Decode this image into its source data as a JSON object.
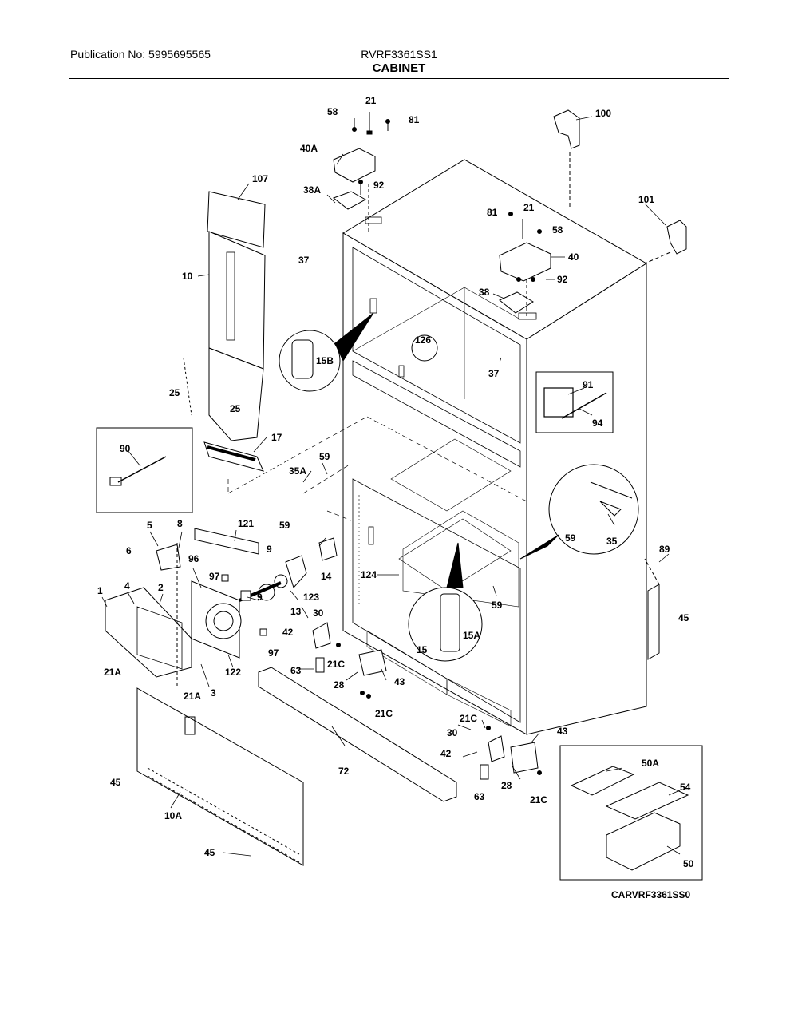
{
  "header": {
    "publication": "Publication No: 5995695565",
    "model": "RVRF3361SS1",
    "section": "CABINET"
  },
  "figure_code": "CARVRF3361SS0",
  "callouts": {
    "c21_top": "21",
    "c58_top": "58",
    "c81_top": "81",
    "c40A": "40A",
    "c92_top": "92",
    "c38A": "38A",
    "c100": "100",
    "c107": "107",
    "c101": "101",
    "c81_r": "81",
    "c21_r": "21",
    "c58_r": "58",
    "c37_l": "37",
    "c40": "40",
    "c10": "10",
    "c92_r": "92",
    "c38": "38",
    "c15B": "15B",
    "c126": "126",
    "c37_r": "37",
    "c91": "91",
    "c94": "94",
    "c25_a": "25",
    "c25_b": "25",
    "c17": "17",
    "c90": "90",
    "c59_a": "59",
    "c35A": "35A",
    "c59_b": "59",
    "c5": "5",
    "c8": "8",
    "c121": "121",
    "c6": "6",
    "c9_a": "9",
    "c59_c": "59",
    "c35": "35",
    "c89": "89",
    "c96": "96",
    "c97_a": "97",
    "c14": "14",
    "c124": "124",
    "c1": "1",
    "c4": "4",
    "c2": "2",
    "c123": "123",
    "c9_b": "9",
    "c13": "13",
    "c30_a": "30",
    "c45_r": "45",
    "c59_d": "59",
    "c15A": "15A",
    "c15": "15",
    "c42_a": "42",
    "c97_b": "97",
    "c63_a": "63",
    "c21C_a": "21C",
    "c21A_a": "21A",
    "c122": "122",
    "c28_a": "28",
    "c43_a": "43",
    "c21A_b": "21A",
    "c3": "3",
    "c21C_b": "21C",
    "c21C_c": "21C",
    "c30_b": "30",
    "c43_b": "43",
    "c45_l": "45",
    "c72": "72",
    "c42_b": "42",
    "c50A": "50A",
    "c28_b": "28",
    "c63_b": "63",
    "c21C_d": "21C",
    "c54": "54",
    "c10A": "10A",
    "c45_b": "45",
    "c50": "50"
  }
}
